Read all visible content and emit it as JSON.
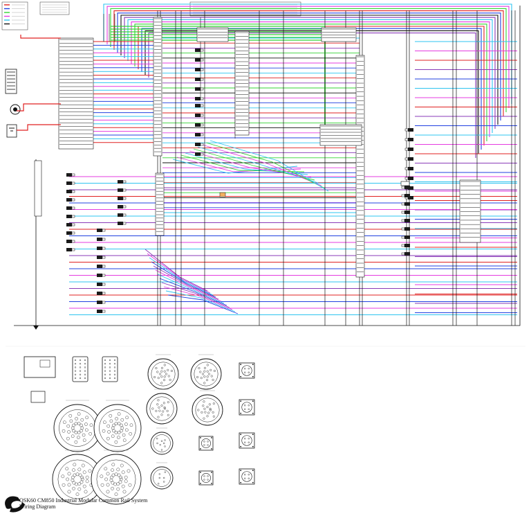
{
  "title_block": {
    "line1": "QSK60 CM850 Industrial Modular Common Rail System",
    "line2": "Wiring Diagram",
    "logo": "cummins-logo"
  },
  "colors": {
    "background": "#ffffff",
    "wire_cyan": "#2ec4f0",
    "wire_magenta": "#e43be0",
    "wire_green": "#35d335",
    "wire_red": "#e02020",
    "wire_blue": "#2040e0",
    "wire_black": "#111111",
    "wire_purple": "#8a3ab8",
    "wire_gray": "#8a8a8a",
    "connector_fill": "#1a1a1a"
  },
  "legend": {
    "swatch_colors": [
      "#e02020",
      "#2040e0",
      "#35d335",
      "#e43be0",
      "#2ec4f0",
      "#111111"
    ]
  },
  "icons": [
    "cummins-logo",
    "circular-connector-icon",
    "rectangular-connector-icon",
    "square-connector-icon",
    "battery-icon",
    "ground-icon",
    "sensor-icon"
  ]
}
